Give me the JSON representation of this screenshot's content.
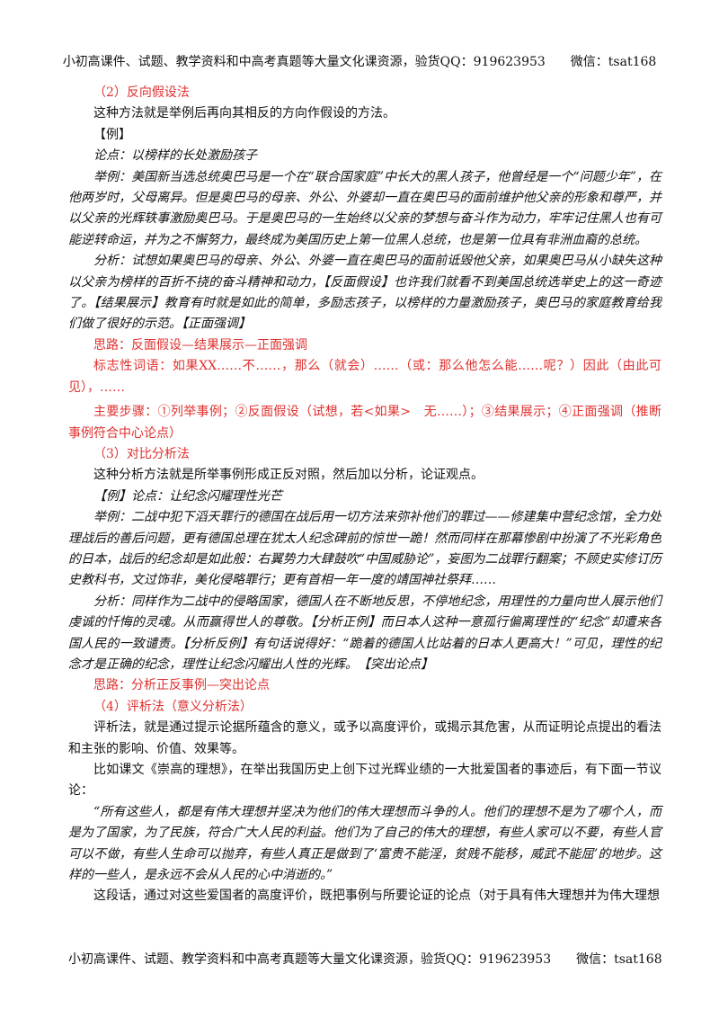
{
  "header": {
    "text": "小初高课件、试题、教学资料和中高考真题等大量文化课资源，验货QQ：919623953　　微信：tsat168"
  },
  "footer": {
    "text": "小初高课件、试题、教学资料和中高考真题等大量文化课资源，验货QQ：919623953　　微信：tsat168"
  },
  "section2": {
    "title": "（2）反向假设法",
    "intro": "这种方法就是举例后再向其相反的方向作假设的方法。",
    "example_label": "【例】",
    "thesis": "论点：以榜样的长处激励孩子",
    "example": "举例：美国新当选总统奥巴马是一个在“联合国家庭”中长大的黑人孩子，他曾经是一个“问题少年”，在他两岁时，父母离异。但是奥巴马的母亲、外公、外婆却一直在奥巴马的面前维护他父亲的形象和尊严，并以父亲的光辉轶事激励奥巴马。于是奥巴马的一生始终以父亲的梦想与奋斗作为动力，牢牢记住黑人也有可能逆转命运，并为之不懈努力，最终成为美国历史上第一位黑人总统，也是第一位具有非洲血裔的总统。",
    "analysis": "分析：试想如果奥巴马的母亲、外公、外婆一直在奥巴马的面前诋毁他父亲，如果奥巴马从小缺失这种以父亲为榜样的百折不挠的奋斗精神和动力，【反面假设】也许我们就看不到美国总统选举史上的这一奇迹了。【结果展示】教育有时就是如此的简单，多励志孩子，以榜样的力量激励孩子，奥巴马的家庭教育给我们做了很好的示范。【正面强调】",
    "approach": "思路：反面假设—结果展示—正面强调",
    "signal_words": "标志性词语：如果XX……不……，那么（就会）……（或：那么他怎么能……呢？）因此（由此可见），……",
    "steps": "主要步骤：①列举事例；②反面假设（试想，若<如果>　无……）；③结果展示；④正面强调（推断事例符合中心论点）"
  },
  "section3": {
    "title": "（3）对比分析法",
    "intro": "这种分析方法就是所举事例形成正反对照，然后加以分析，论证观点。",
    "example_thesis": "【例】论点：让纪念闪耀理性光芒",
    "example": "举例：二战中犯下滔天罪行的德国在战后用一切方法来弥补他们的罪过——修建集中营纪念馆，全力处理战后的善后问题，更有德国总理在犹太人纪念碑前的惊世一跪！然而同样在那幕惨剧中扮演了不光彩角色的日本，战后的纪念却是如此般：右翼势力大肆鼓吹“中国威胁论”，妄图为二战罪行翻案；不顾史实修订历史教科书，文过饰非，美化侵略罪行；更有首相一年一度的靖国神社祭拜……",
    "analysis": "分析：同样作为二战中的侵略国家，德国人在不断地反思，不停地纪念，用理性的力量向世人展示他们虔诚的忏悔的灵魂。从而赢得世人的尊敬。【分析正例】而日本人这种一意孤行偏离理性的“纪念”却遭来各国人民的一致谴责。【分析反例】有句话说得好：“跪着的德国人比站着的日本人更高大！”可见，理性的纪念才是正确的纪念，理性让纪念闪耀出人性的光辉。　【突出论点】",
    "approach": "思路：分析正反事例—突出论点"
  },
  "section4": {
    "title": "（4）评析法（意义分析法）",
    "intro": "评析法，就是通过提示论据所蕴含的意义，或予以高度评价，或揭示其危害，从而证明论点提出的看法和主张的影响、价值、效果等。",
    "example_intro": "比如课文《崇高的理想》，在举出我国历史上创下过光辉业绩的一大批爱国者的事迹后，有下面一节议论：",
    "quote": "“所有这些人，都是有伟大理想并坚决为他们的伟大理想而斗争的人。他们的理想不是为了哪个人，而是为了国家，为了民族，符合广大人民的利益。他们为了自己的伟大的理想，有些人家可以不要，有些人官可以不做，有些人生命可以抛弃，有些人真正是做到了‘富贵不能淫，贫贱不能移，威武不能屈’的地步。这样的一些人，是永远不会从人民的心中消逝的。”",
    "comment": "这段话，通过对这些爱国者的高度评价，既把事例与所要论证的论点（对于具有伟大理想并为伟大理想"
  }
}
